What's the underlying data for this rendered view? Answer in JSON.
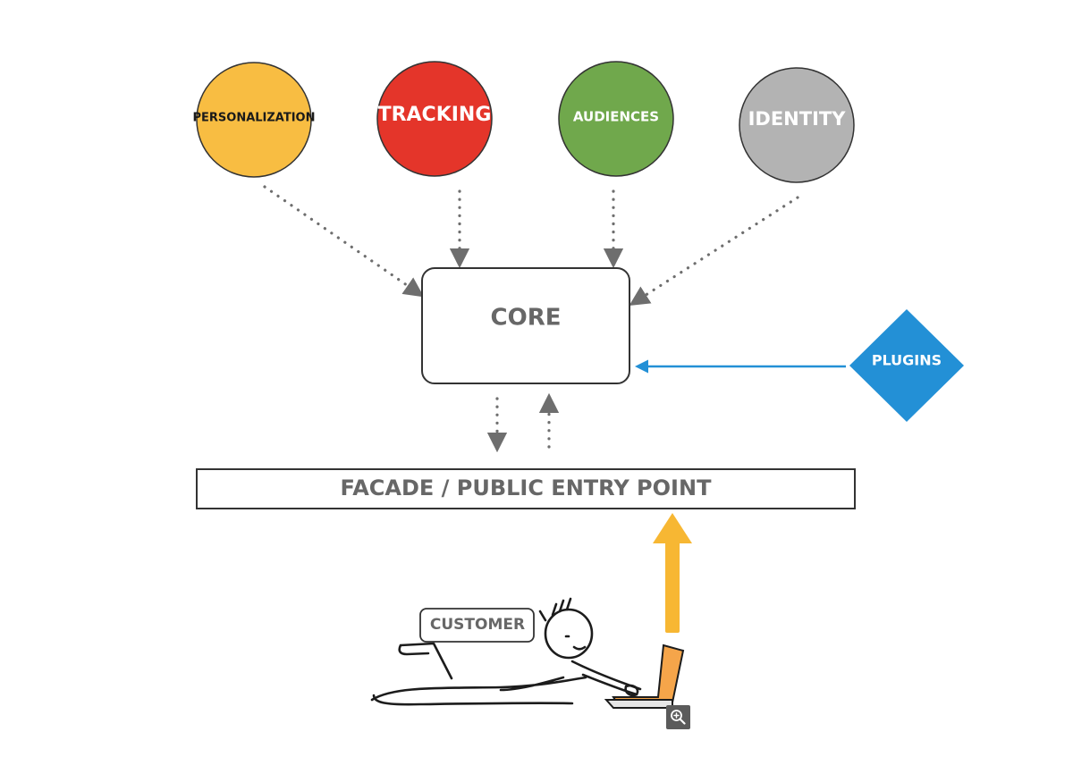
{
  "diagram": {
    "modules": [
      {
        "label": "PERSONALIZATION",
        "color": "#f8bd42"
      },
      {
        "label": "TRACKING",
        "color": "#e4352a"
      },
      {
        "label": "AUDIENCES",
        "color": "#70a84c"
      },
      {
        "label": "IDENTITY",
        "color": "#b3b3b3"
      }
    ],
    "core": {
      "label": "CORE"
    },
    "plugins": {
      "label": "PLUGINS",
      "color": "#2390d6"
    },
    "facade": {
      "label": "FACADE / PUBLIC ENTRY POINT"
    },
    "customer": {
      "label": "CUSTOMER"
    },
    "customer_arrow_color": "#f7b733",
    "text_color": "#676767"
  },
  "controls": {
    "zoom_icon": "zoom-in-icon"
  }
}
